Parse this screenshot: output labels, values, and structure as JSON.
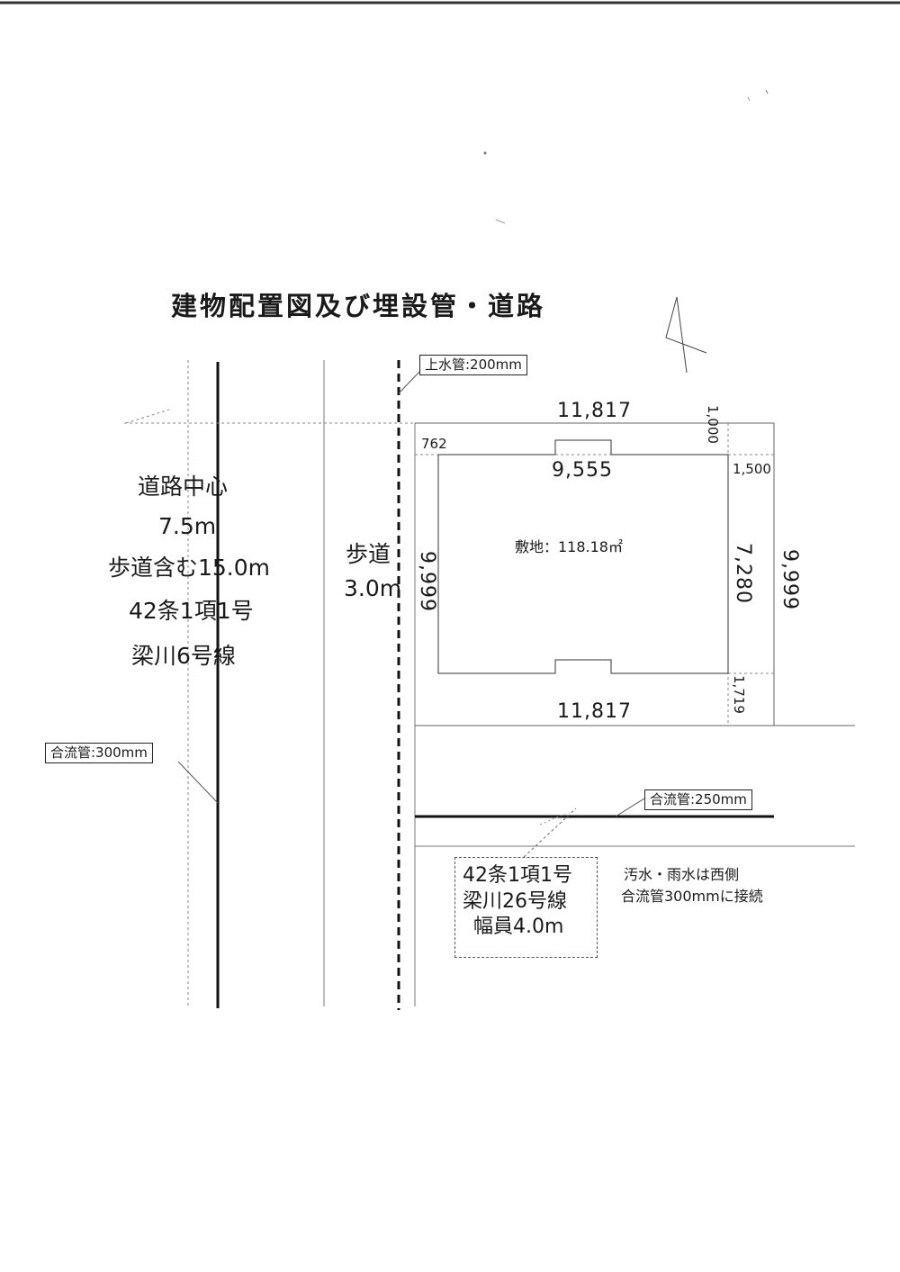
{
  "title": "建物配置図及び埋設管・道路",
  "main_road": {
    "lines": [
      "道路中心",
      "7.5m",
      "歩道含む15.0m",
      "42条1項1号",
      "梁川6号線"
    ]
  },
  "sidewalk": {
    "lines": [
      "歩道",
      "3.0m"
    ]
  },
  "pipes": {
    "water": "上水管:200mm",
    "combined_main": "合流管:300mm",
    "combined_side": "合流管:250mm"
  },
  "dimensions": {
    "top_width": "11,817",
    "bottom_width": "11,817",
    "inner_width": "9,555",
    "left_setback": "762",
    "top_setback": "1,000",
    "right_setback": "1,500",
    "bottom_setback": "1,719",
    "left_depth": "9,999",
    "right_depth": "9,999",
    "inner_depth": "7,280"
  },
  "site_area": "敷地：118.18㎡",
  "side_road": {
    "lines": [
      "42条1項1号",
      "梁川26号線",
      "幅員4.0m"
    ]
  },
  "note": {
    "lines": [
      "汚水・雨水は西側",
      "合流管300mmに接続"
    ]
  }
}
